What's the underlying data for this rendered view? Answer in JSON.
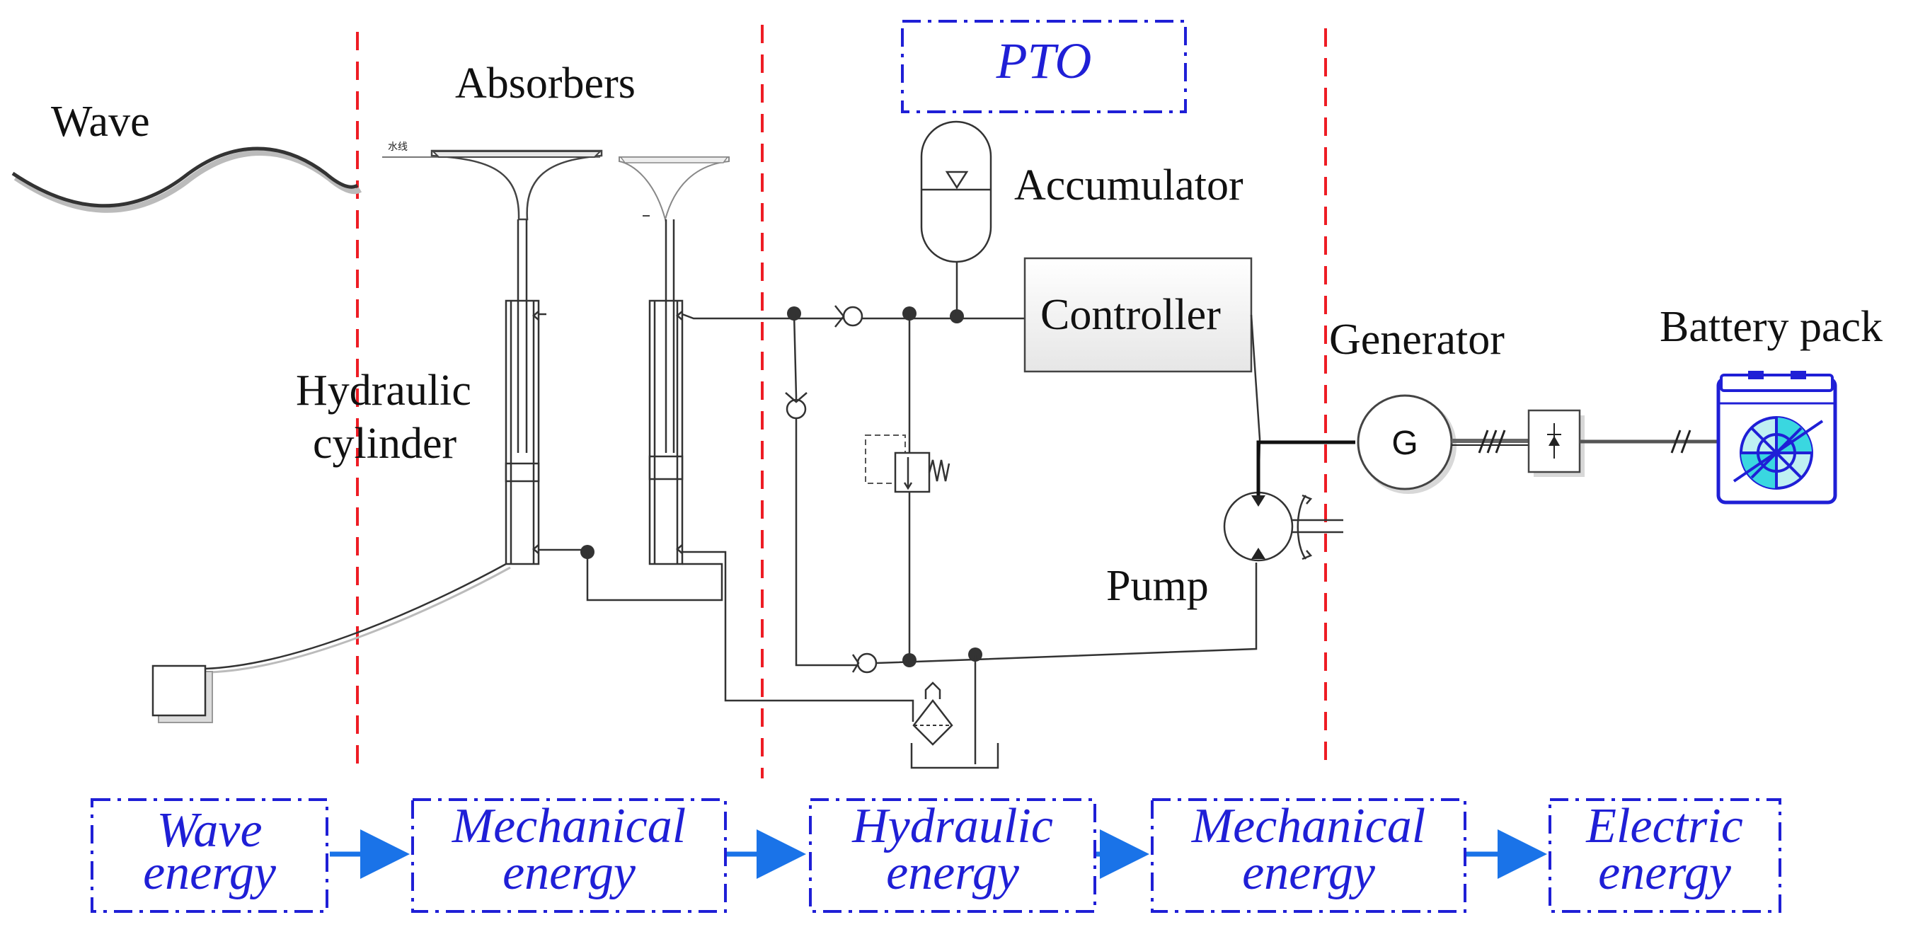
{
  "labels": {
    "wave": "Wave",
    "absorbers": "Absorbers",
    "waterline": "水线",
    "hydraulic_cylinder_line1": "Hydraulic",
    "hydraulic_cylinder_line2": "cylinder",
    "pto": "PTO",
    "accumulator": "Accumulator",
    "controller": "Controller",
    "generator": "Generator",
    "generator_symbol": "G",
    "battery_pack": "Battery pack",
    "pump": "Pump"
  },
  "flow": [
    {
      "line1": "Wave",
      "line2": "energy"
    },
    {
      "line1": "Mechanical",
      "line2": "energy"
    },
    {
      "line1": "Hydraulic",
      "line2": "energy"
    },
    {
      "line1": "Mechanical",
      "line2": "energy"
    },
    {
      "line1": "Electric",
      "line2": "energy"
    }
  ],
  "colors": {
    "boundary_red": "#ee1c24",
    "flow_blue": "#1f1fd6",
    "arrow_blue": "#1a73e8",
    "battery_blue": "#1f1fd6",
    "battery_cyan": "#3ad7e0"
  },
  "icons": {
    "generator": "circle-g-icon",
    "battery": "battery-pack-icon",
    "rectifier": "rectifier-icon",
    "pump": "pump-icon",
    "accumulator": "accumulator-icon"
  }
}
